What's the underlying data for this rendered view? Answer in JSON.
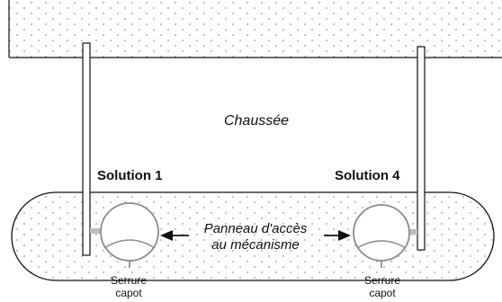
{
  "labels": {
    "road": "Chaussée",
    "solution_left": "Solution 1",
    "solution_right": "Solution 4",
    "panel_line1": "Panneau d'accès",
    "panel_line2": "au mécanisme",
    "lock_left_line1": "Serrure",
    "lock_left_line2": "capot",
    "lock_right_line1": "Serrure",
    "lock_right_line2": "capot"
  },
  "colors": {
    "stroke": "#111111",
    "lock_circle": "#8c8c8c",
    "dots": "#9a9a9a"
  }
}
